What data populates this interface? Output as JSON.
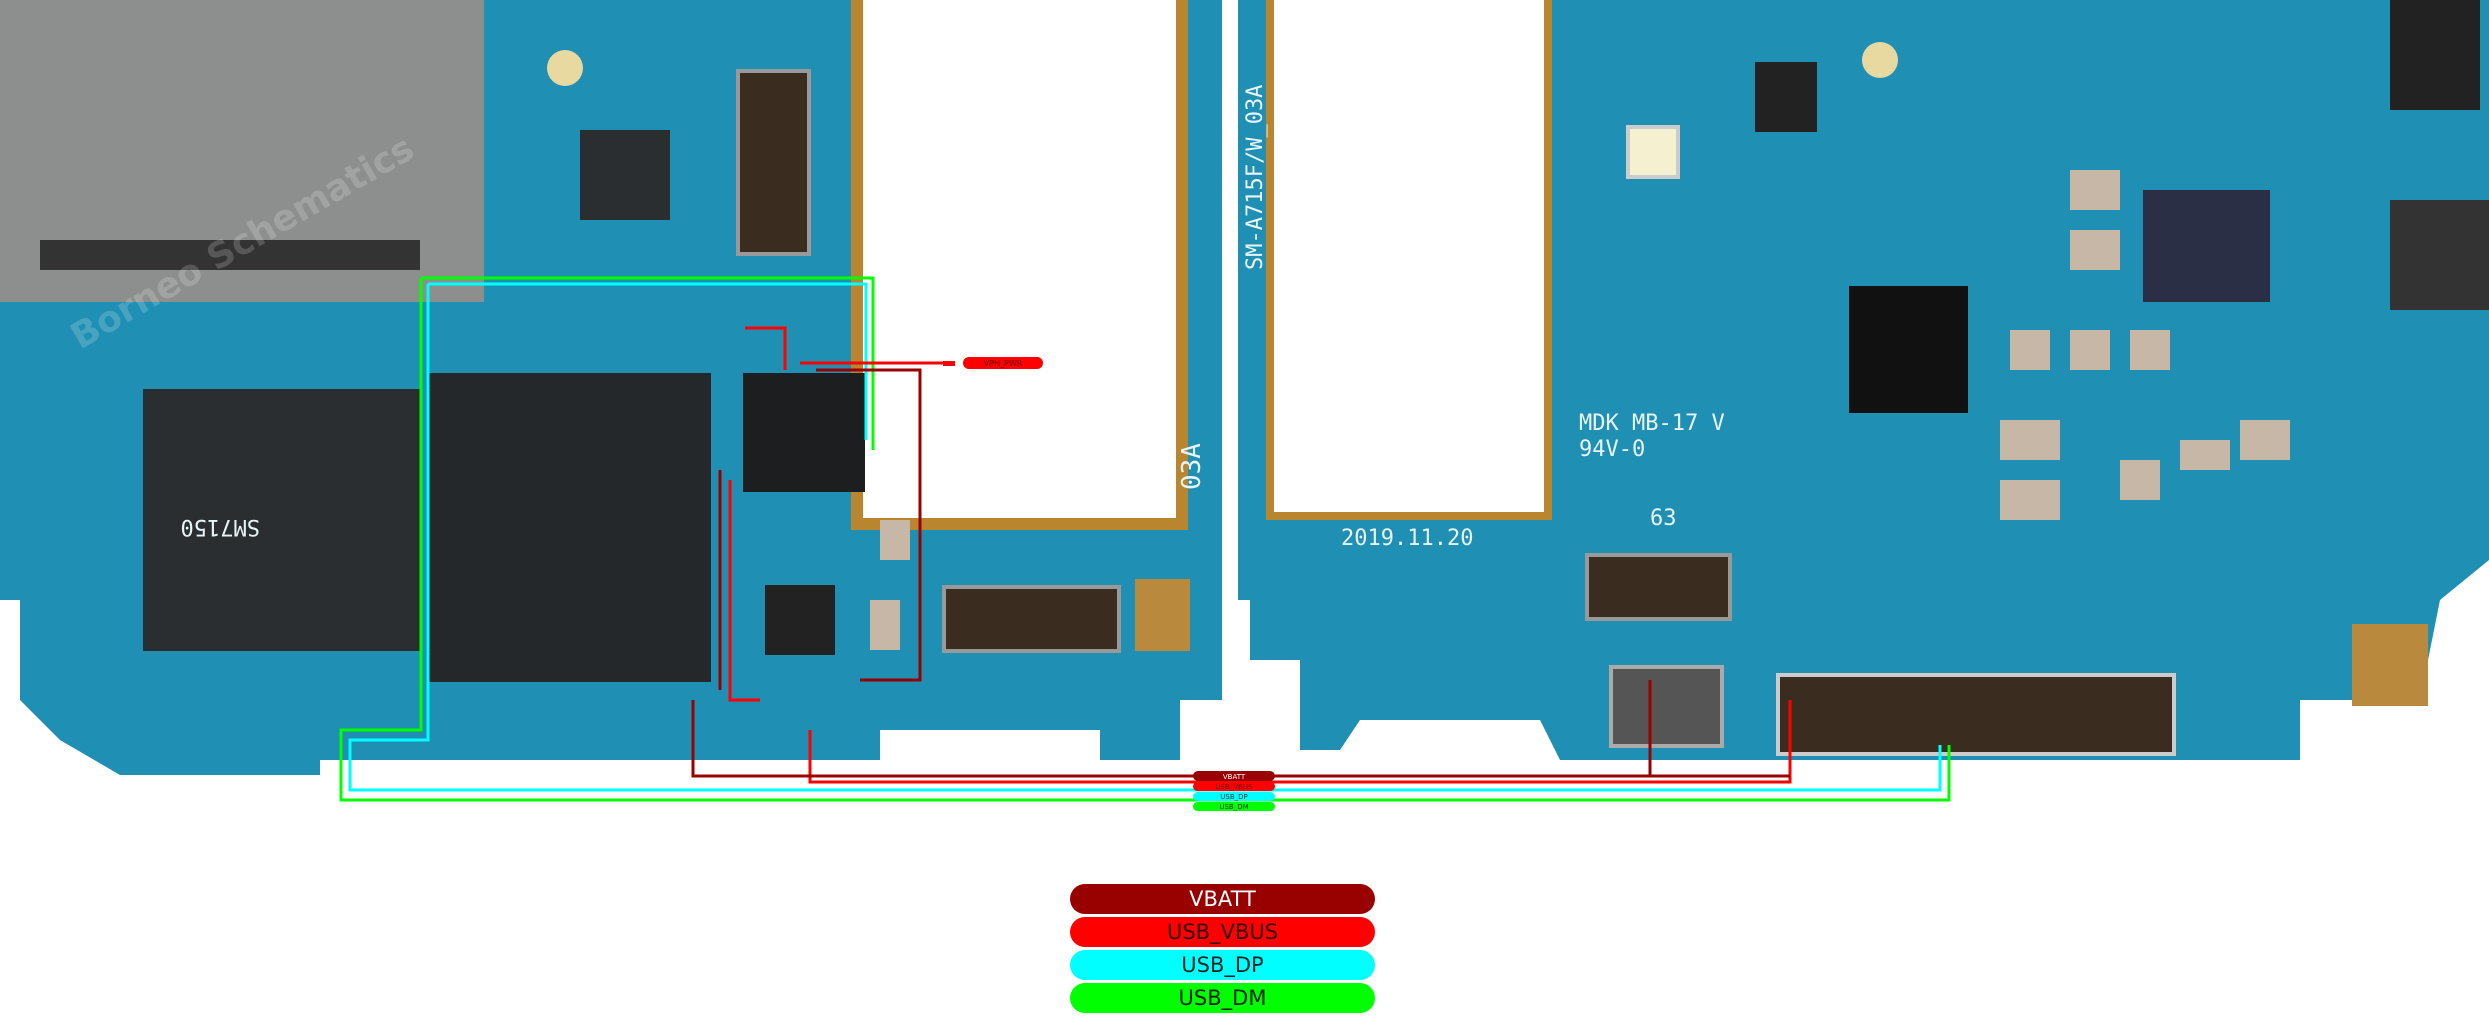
{
  "colors": {
    "pcb": "#1f8fb3",
    "vbatt": "#990000",
    "usb_vbus": "#ff0000",
    "usb_dp": "#00ffff",
    "usb_dm": "#00ff00"
  },
  "board": {
    "silkscreen": {
      "model_vertical": "SM-A715F/W_03A",
      "rev": "03A",
      "mdk": "MDK MB-17 V",
      "ul": "94V-0",
      "date": "2019.11.20",
      "num": "63",
      "soc_marking": "SM7150",
      "watermark": "Borneo Schematics"
    },
    "trace_labels": {
      "vph_pwr": "VPH_PWR",
      "vbatt": "VBATT",
      "usb_vbus": "USB_VBUS",
      "usb_dp": "USB_DP",
      "usb_dm": "USB_DM"
    }
  },
  "legend": [
    {
      "label": "VBATT"
    },
    {
      "label": "USB_VBUS"
    },
    {
      "label": "USB_DP"
    },
    {
      "label": "USB_DM"
    }
  ]
}
